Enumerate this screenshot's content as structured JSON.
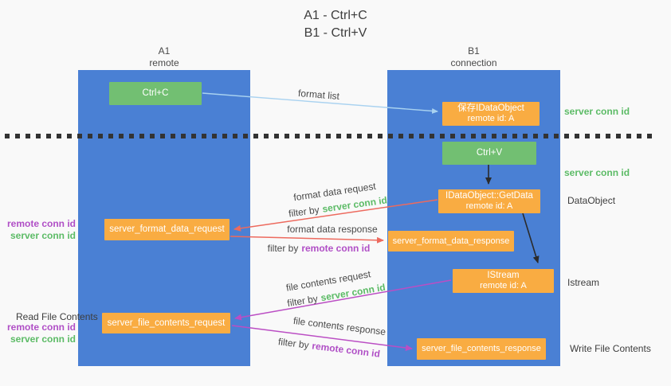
{
  "title": {
    "line1": "A1 - Ctrl+C",
    "line2": "B1 - Ctrl+V"
  },
  "columns": {
    "left": {
      "id": "A1",
      "name": "remote"
    },
    "right": {
      "id": "B1",
      "name": "connection"
    }
  },
  "boxes": {
    "ctrl_c": {
      "label": "Ctrl+C"
    },
    "save_idataobject": {
      "line1": "保存IDataObject",
      "line2": "remote id: A"
    },
    "ctrl_v": {
      "label": "Ctrl+V"
    },
    "getdata": {
      "line1": "IDataObject::GetData",
      "line2": "remote id: A"
    },
    "server_format_data_request": {
      "label": "server_format_data_request"
    },
    "server_format_data_response": {
      "label": "server_format_data_response"
    },
    "istream": {
      "line1": "IStream",
      "line2": "remote id: A"
    },
    "server_file_contents_request": {
      "label": "server_file_contents_request"
    },
    "server_file_contents_response": {
      "label": "server_file_contents_response"
    }
  },
  "side_labels": {
    "server_conn_id_top": "server conn id",
    "server_conn_id_mid": "server conn id",
    "dataobject": "DataObject",
    "istream": "Istream",
    "write_file_contents": "Write File Contents",
    "read_file_contents": "Read File Contents",
    "remote_conn_id_1": "remote conn id",
    "server_conn_id_1": "server conn id",
    "remote_conn_id_2": "remote conn id",
    "server_conn_id_2": "server conn id"
  },
  "arrows": {
    "format_list": {
      "label": "format list"
    },
    "format_data_request": {
      "label": "format data request",
      "filter_prefix": "filter by",
      "filter_value": "server conn id"
    },
    "format_data_response": {
      "label": "format data response",
      "filter_prefix": "filter by",
      "filter_value": "remote conn id"
    },
    "file_contents_request": {
      "label": "file contents request",
      "filter_prefix": "filter by",
      "filter_value": "server conn id"
    },
    "file_contents_response": {
      "label": "file contents response",
      "filter_prefix": "filter by",
      "filter_value": "remote conn id"
    }
  },
  "colors": {
    "canvas_bg": "#f9f9f9",
    "column_blue": "#4a80d4",
    "box_green": "#72bf72",
    "box_orange": "#f9ac42",
    "label_green": "#5cbb66",
    "label_purple": "#b04fc6",
    "arrow_red": "#ed6a5e",
    "arrow_magenta": "#bb4ec4",
    "arrow_blue": "#a9d2f0",
    "arrow_black": "#2b2b2b",
    "text_dark": "#3d3d3d"
  }
}
